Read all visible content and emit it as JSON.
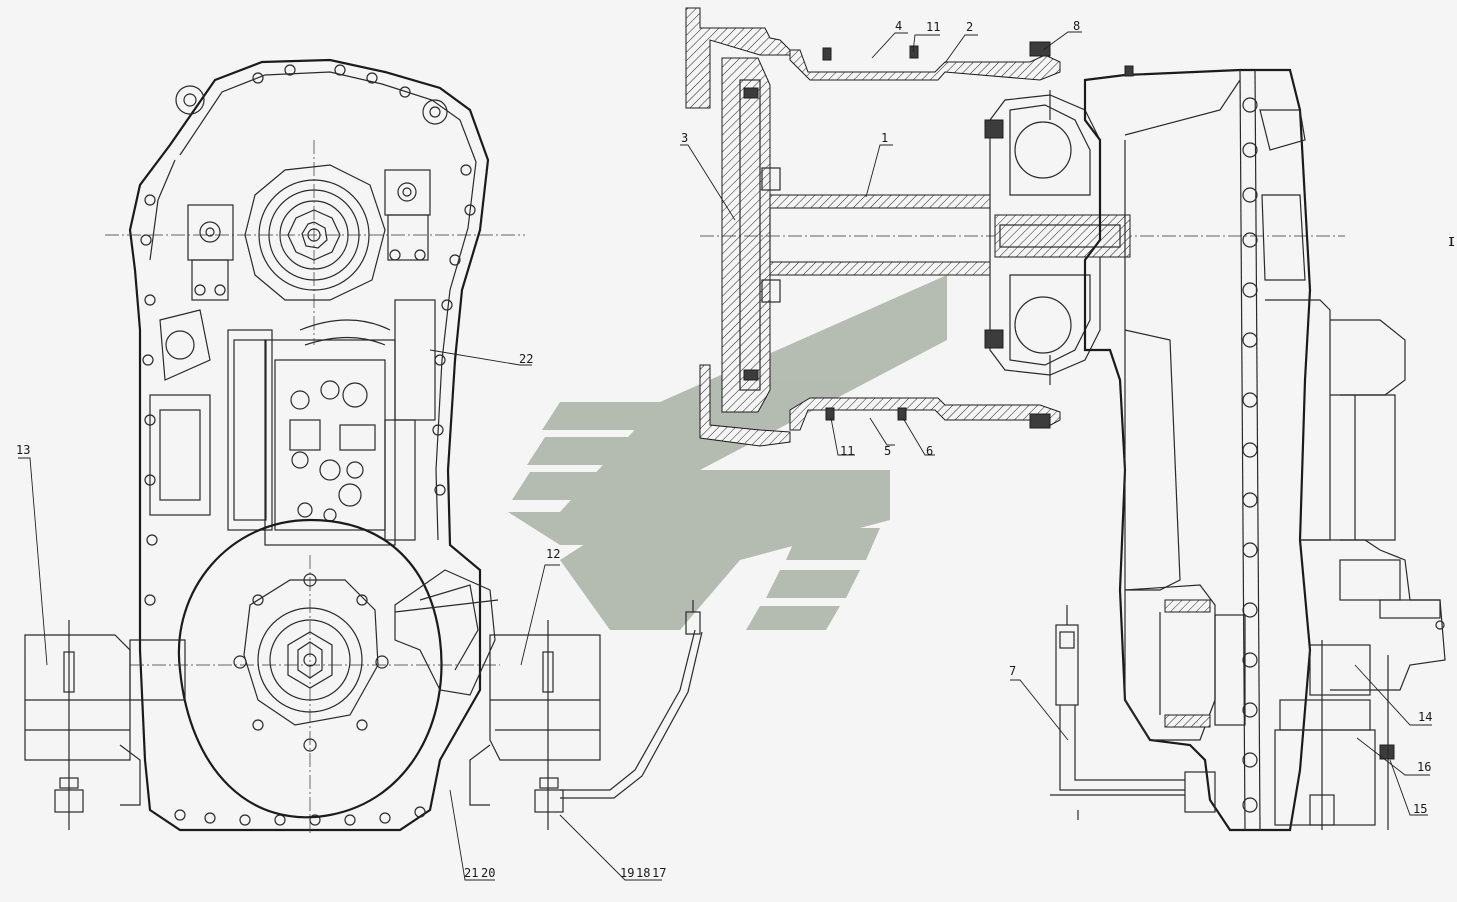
{
  "drawing": {
    "callouts": {
      "c1": "1",
      "c2": "2",
      "c3": "3",
      "c4": "4",
      "c5": "5",
      "c6": "6",
      "c7": "7",
      "c8": "8",
      "c11a": "11",
      "c11b": "11",
      "c12": "12",
      "c13": "13",
      "c14": "14",
      "c15": "15",
      "c16": "16",
      "c17": "17",
      "c18": "18",
      "c19": "19",
      "c20": "20",
      "c21": "21",
      "c22": "22"
    },
    "edge_mark": "I"
  },
  "colors": {
    "line": "#2a2a2a",
    "watermark": "#a9b3a6",
    "background": "#f4f5f4"
  }
}
